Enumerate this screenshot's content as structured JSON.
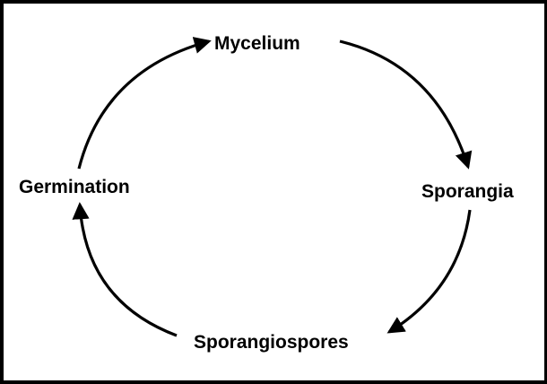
{
  "diagram": {
    "type": "cycle",
    "nodes": {
      "mycelium": "Mycelium",
      "sporangia": "Sporangia",
      "sporangiospores": "Sporangiospores",
      "germination": "Germination"
    },
    "edges": [
      {
        "from": "Mycelium",
        "to": "Sporangia"
      },
      {
        "from": "Sporangia",
        "to": "Sporangiospores"
      },
      {
        "from": "Sporangiospores",
        "to": "Germination"
      },
      {
        "from": "Germination",
        "to": "Mycelium"
      }
    ],
    "colors": {
      "line": "#000000",
      "background": "#ffffff"
    }
  }
}
